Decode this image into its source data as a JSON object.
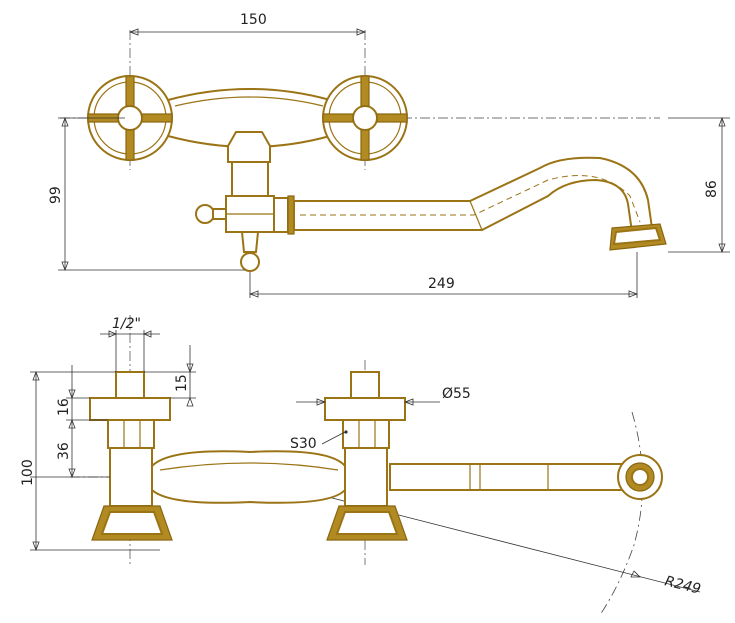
{
  "dimensions": {
    "handle_spacing": "150",
    "height_left": "99",
    "spout_length": "249",
    "spout_drop": "86",
    "inlet_thread": "1/2\"",
    "inlet_length": "15",
    "nut_height": "16",
    "body_height": "36",
    "total_height": "100",
    "wrench_size": "S30",
    "flange_diameter": "Ø55",
    "swing_radius": "R249"
  },
  "colors": {
    "brass": "#9b7416",
    "brass_fill": "#b28a22",
    "line": "#333333"
  }
}
